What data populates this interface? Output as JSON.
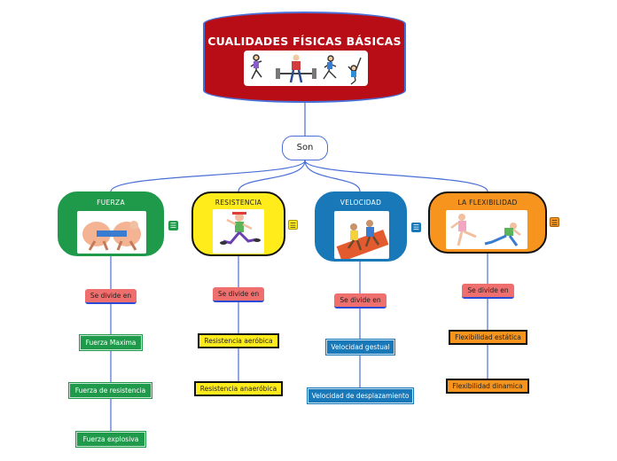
{
  "root": {
    "title": "CUALIDADES FÍSICAS BÁSICAS",
    "image": "athletes-illustration"
  },
  "connector": {
    "label": "Son"
  },
  "colors": {
    "root": "#b80d16",
    "link": "#4a6fd6",
    "fuerza": "#1f9a4a",
    "resistencia": "#ffec1a",
    "velocidad": "#1878b8",
    "flexibilidad": "#f7941e",
    "divide": "#ef6f6f"
  },
  "categories": [
    {
      "id": "fuerza",
      "title": "FUERZA",
      "divide_label": "Se divide en",
      "items": [
        "Fuerza Maxima",
        "Fuerza de resistencia",
        "Fuerza explosiva"
      ]
    },
    {
      "id": "resistencia",
      "title": "RESISTENCIA",
      "divide_label": "Se divide en",
      "items": [
        "Resistencia aeróbica",
        "Resistencia anaeróbica"
      ]
    },
    {
      "id": "velocidad",
      "title": "VELOCIDAD",
      "divide_label": "Se divide en",
      "items": [
        "Velocidad gestual",
        "Velocidad de desplazamiento"
      ]
    },
    {
      "id": "flexibilidad",
      "title": "LA FLEXIBILIDAD",
      "divide_label": "Se divide en",
      "items": [
        "Flexibilidad estática",
        "Flexibilidad dinamica"
      ]
    }
  ],
  "notes_icon": "notes-icon"
}
